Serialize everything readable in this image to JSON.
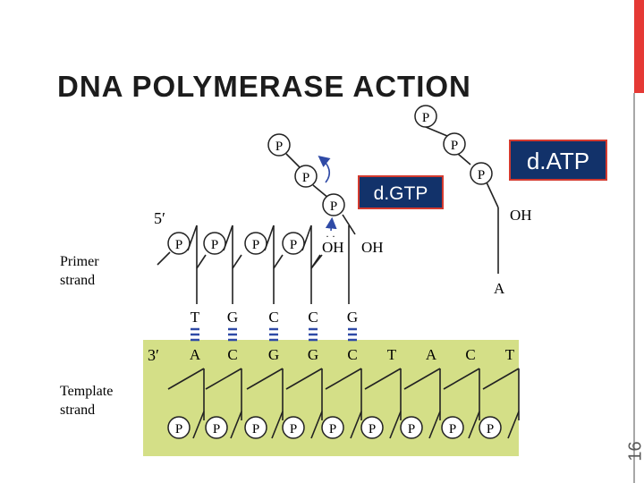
{
  "slide": {
    "title": "DNA POLYMERASE ACTION",
    "slide_number": "16",
    "accent_color": "#e53935"
  },
  "diagram": {
    "label_5prime": "5′",
    "label_3prime": "3′",
    "primer_label": [
      "Primer",
      "strand"
    ],
    "template_label": [
      "Template",
      "strand"
    ],
    "phosphate": "P",
    "hydroxyl": "OH",
    "primer_bases": [
      "T",
      "G",
      "C",
      "C",
      "G"
    ],
    "template_bases": [
      "A",
      "C",
      "G",
      "G",
      "C",
      "T",
      "A",
      "C",
      "T"
    ],
    "dgtp_label": "d.GTP",
    "datp_label": "d.ATP",
    "datp_base": "A",
    "template_bg": "#d4df87",
    "box_bg": "#12326a",
    "box_border": "#d43a2f",
    "arrow_color": "#2f4aa6"
  }
}
